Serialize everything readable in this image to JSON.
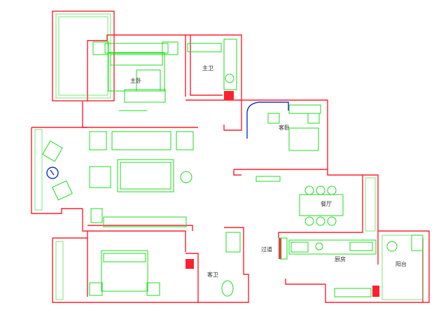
{
  "rooms": {
    "master_bedroom": "主卧",
    "master_bath": "主卫",
    "guest_bedroom": "客卧",
    "dining": "餐厅",
    "passage": "过道",
    "kitchen": "厨房",
    "balcony": "阳台",
    "guest_bath": "客卫"
  },
  "colors": {
    "wall": "#ff2030",
    "furniture": "#1fdc1f",
    "door_arc": "#1030d8",
    "background": "#ffffff"
  }
}
